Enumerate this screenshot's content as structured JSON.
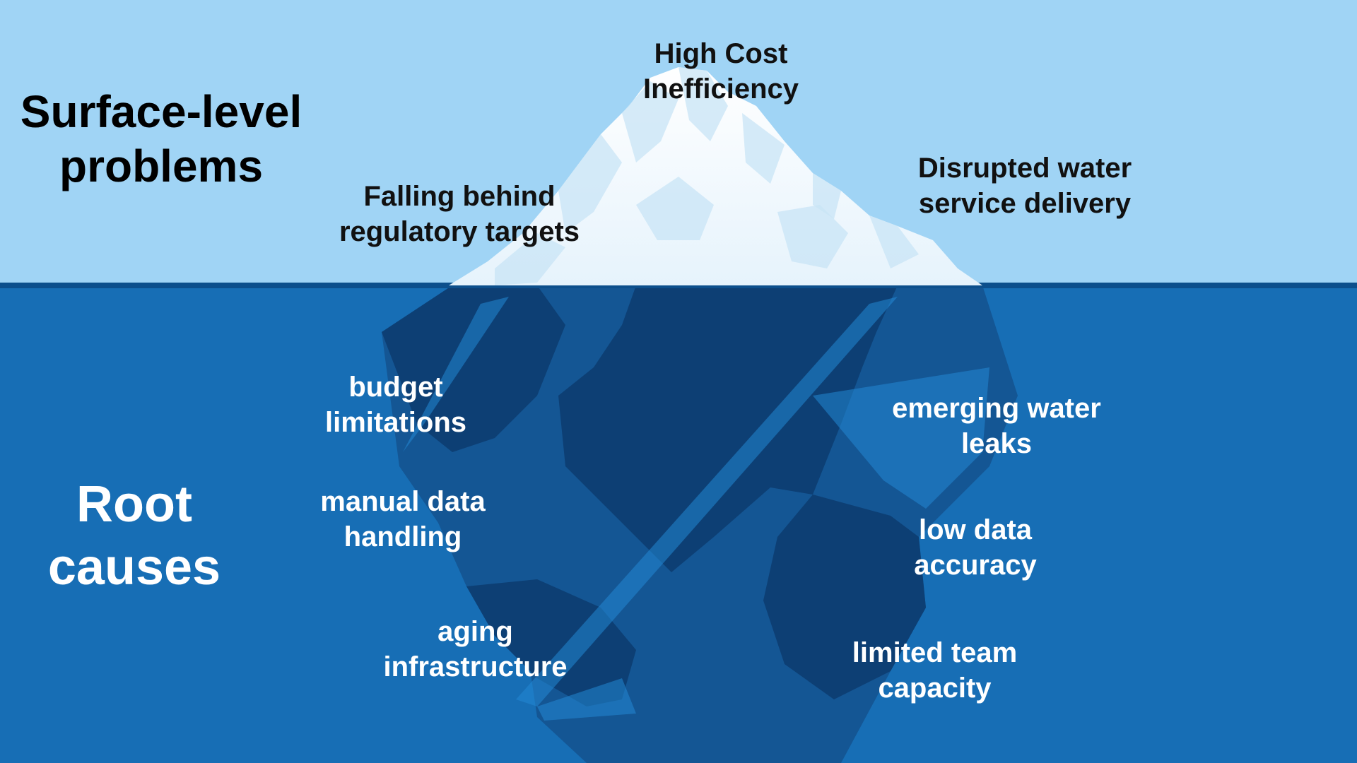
{
  "colors": {
    "sky": "#a0d4f5",
    "water": "#176eb5",
    "waterline": "#0c4f8c",
    "ice": "#ffffff",
    "ice_shadow": "#c8e4f6",
    "berg_dark": "#0d3f74",
    "berg_mid": "#145694",
    "berg_light": "#2388d3"
  },
  "headings": {
    "surface": "Surface-level\nproblems",
    "root": "Root\ncauses"
  },
  "surface_problems": {
    "cost": "High Cost\nInefficiency",
    "regulatory": "Falling behind\nregulatory targets",
    "service": "Disrupted water\nservice delivery"
  },
  "root_causes": {
    "budget": "budget\nlimitations",
    "manual": "manual data\nhandling",
    "aging": "aging\ninfrastructure",
    "leaks": "emerging water\nleaks",
    "accuracy": "low data\naccuracy",
    "capacity": "limited team\ncapacity"
  }
}
